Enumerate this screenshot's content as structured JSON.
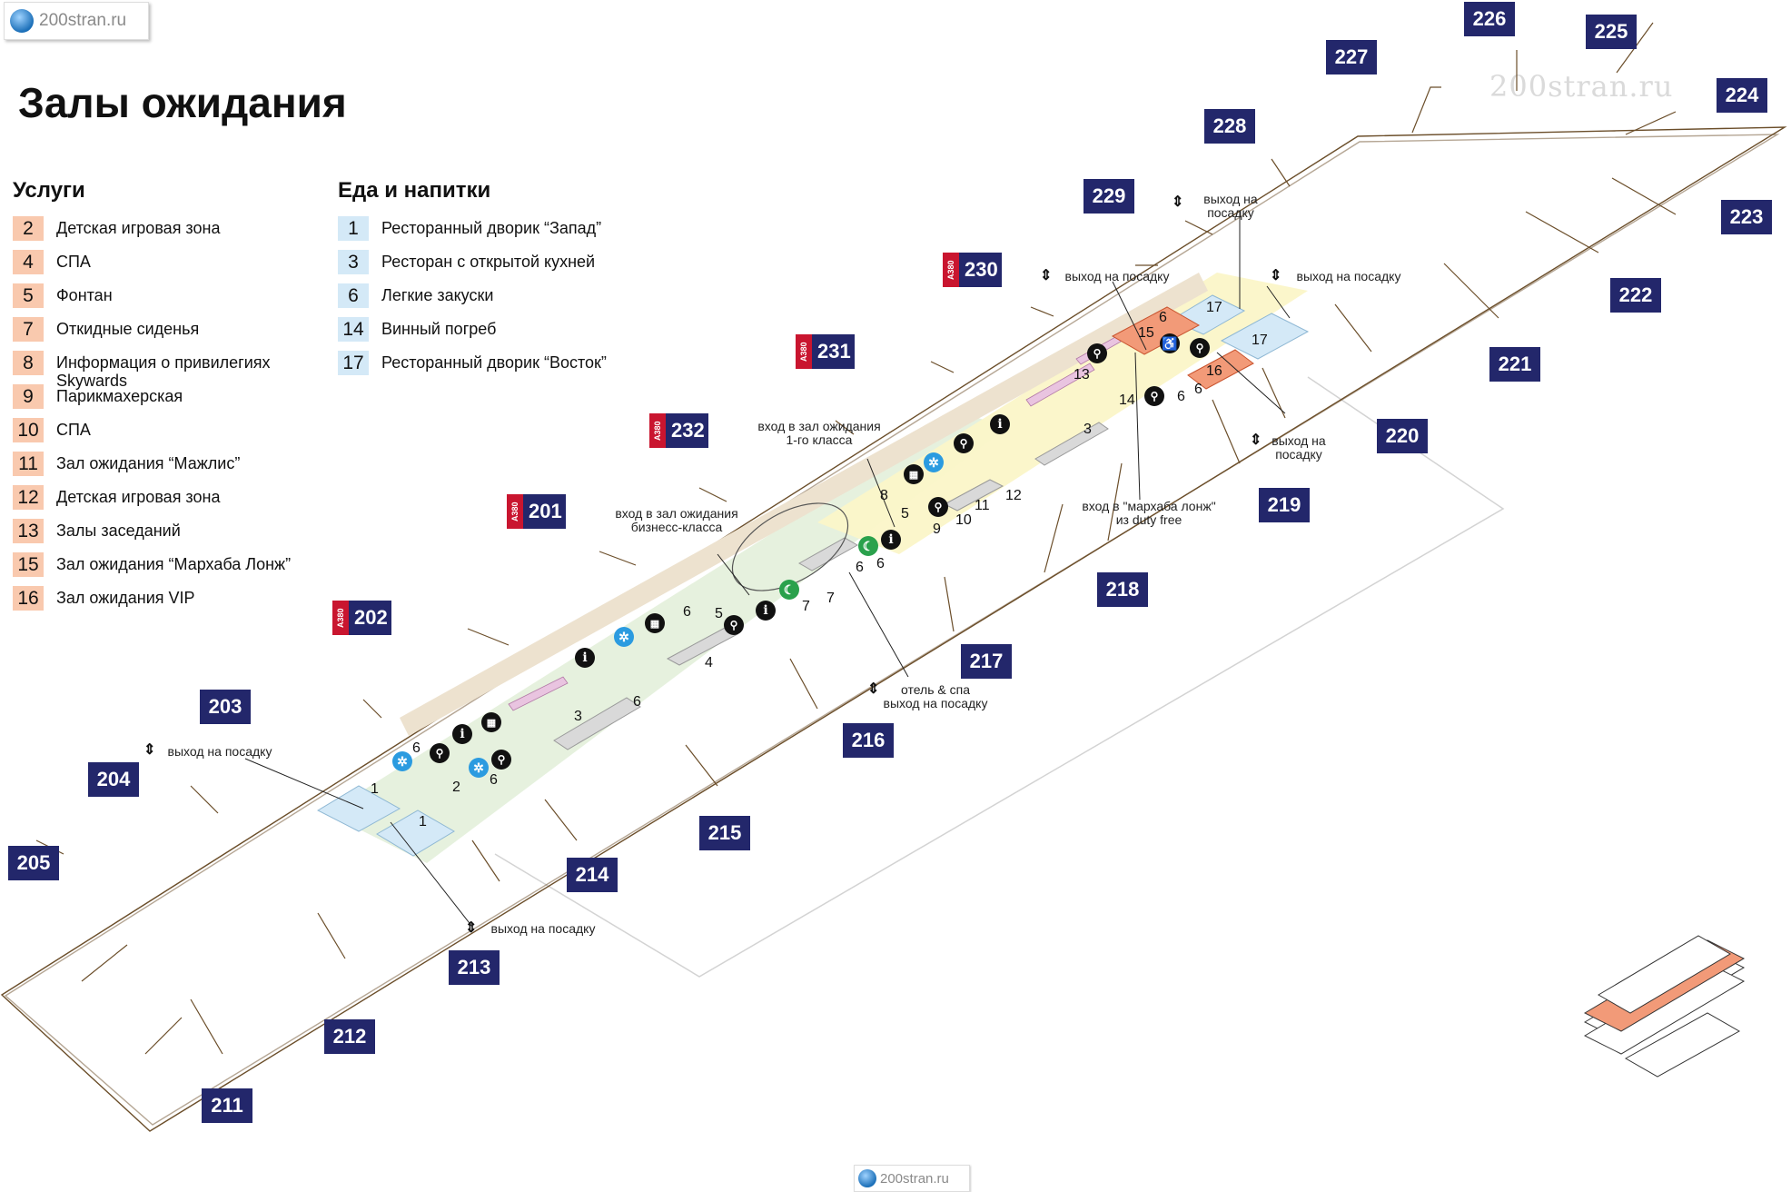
{
  "site_badge": "200stran.ru",
  "watermark": "200stran.ru",
  "footer_badge": "200stran.ru",
  "title": "Залы ожидания",
  "colors": {
    "gate": "#23276b",
    "a380": "#c9152f",
    "services": "#f9c9ae",
    "food": "#d4e9f7",
    "concourse_east": "#fbf6c8",
    "concourse_west": "#e3f0da"
  },
  "services": {
    "heading": "Услуги",
    "items": [
      {
        "num": "2",
        "label": "Детская игровая зона"
      },
      {
        "num": "4",
        "label": "СПА"
      },
      {
        "num": "5",
        "label": "Фонтан"
      },
      {
        "num": "7",
        "label": "Откидные сиденья"
      },
      {
        "num": "8",
        "label": "Информация о привилегиях Skywards"
      },
      {
        "num": "9",
        "label": "Парикмахерская"
      },
      {
        "num": "10",
        "label": "СПА"
      },
      {
        "num": "11",
        "label": "Зал ожидания “Мажлис”"
      },
      {
        "num": "12",
        "label": "Детская игровая зона"
      },
      {
        "num": "13",
        "label": "Залы заседаний"
      },
      {
        "num": "15",
        "label": "Зал ожидания “Мархаба Лонж”"
      },
      {
        "num": "16",
        "label": "Зал ожидания VIP"
      }
    ]
  },
  "food": {
    "heading": "Еда и напитки",
    "items": [
      {
        "num": "1",
        "label": "Ресторанный дворик “Запад”"
      },
      {
        "num": "3",
        "label": "Ресторан с открытой кухней"
      },
      {
        "num": "6",
        "label": "Легкие закуски"
      },
      {
        "num": "14",
        "label": "Винный погреб"
      },
      {
        "num": "17",
        "label": "Ресторанный дворик “Восток”"
      }
    ]
  },
  "a380_tag": "A380",
  "gates": [
    "226",
    "225",
    "227",
    "224",
    "228",
    "223",
    "229",
    "230",
    "222",
    "231",
    "221",
    "220",
    "232",
    "219",
    "201",
    "218",
    "202",
    "217",
    "203",
    "216",
    "204",
    "215",
    "205",
    "214",
    "213",
    "212",
    "211"
  ],
  "notes": {
    "boarding": "выход на посадку",
    "boarding_two_line": "выход на\nпосадку",
    "first_class": "вход в зал ожидания\n1-го класса",
    "business_class": "вход в зал ожидания\nбизнесс-класса",
    "marhaba": "вход в \"мархаба лонж\"\nиз duty free",
    "hotel_spa": "отель & спа\nвыход на посадку"
  },
  "map_numbers": [
    "1",
    "1",
    "2",
    "6",
    "6",
    "3",
    "6",
    "4",
    "5",
    "6",
    "6",
    "7",
    "6",
    "7",
    "8",
    "5",
    "9",
    "10",
    "11",
    "12",
    "6",
    "13",
    "3",
    "14",
    "6",
    "15",
    "6",
    "16",
    "17",
    "17"
  ]
}
